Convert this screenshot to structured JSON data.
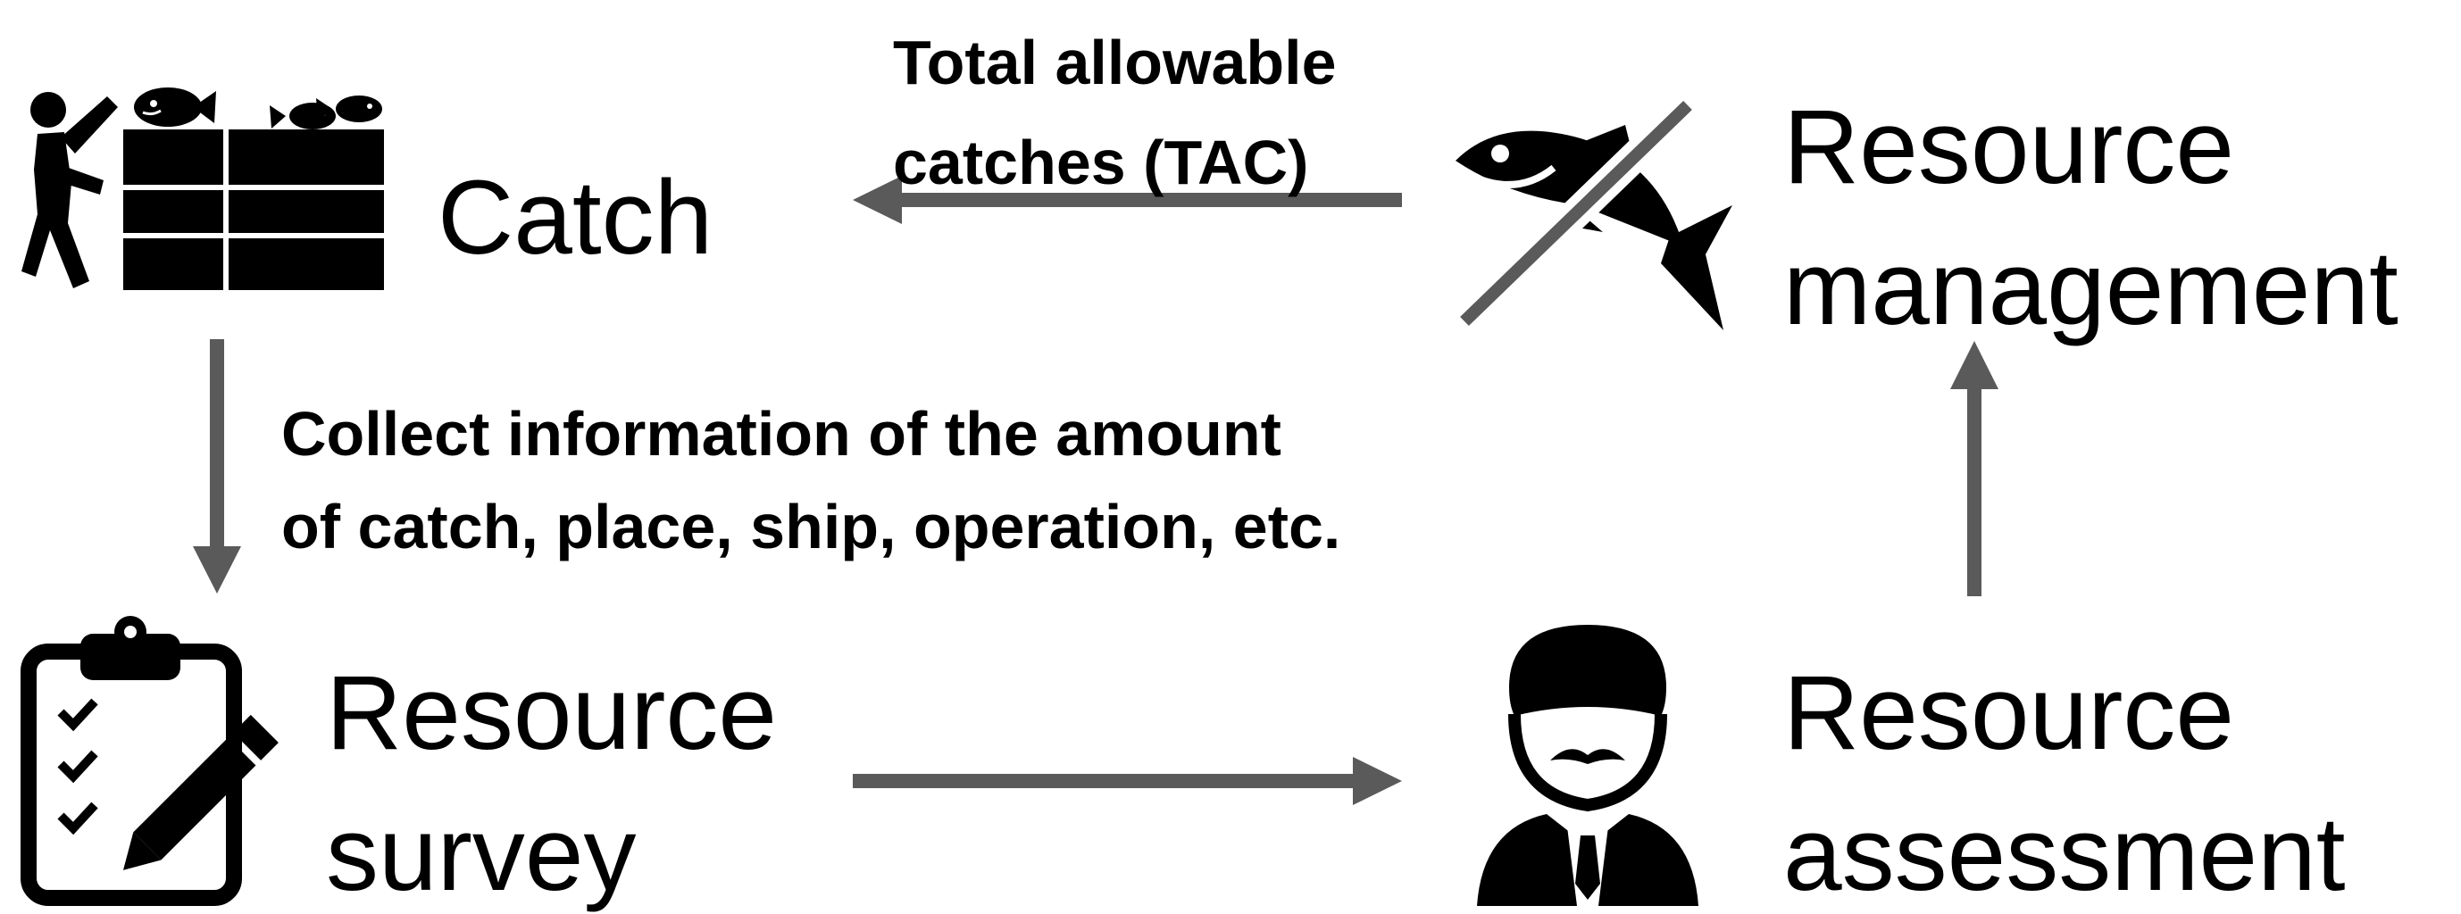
{
  "nodes": {
    "catch": {
      "label_lines": [
        "Catch"
      ],
      "icon": "fisherman-crates-icon"
    },
    "resource_survey": {
      "label_lines": [
        "Resource",
        "survey"
      ],
      "icon": "clipboard-checklist-pencil-icon"
    },
    "resource_management": {
      "label_lines": [
        "Resource",
        "management"
      ],
      "icon": "no-fishing-icon"
    },
    "resource_assessment": {
      "label_lines": [
        "Resource",
        "assessment"
      ],
      "icon": "businessman-icon"
    }
  },
  "edges": {
    "management_to_catch": {
      "label_lines": [
        "Total allowable",
        "catches (TAC)"
      ]
    },
    "catch_to_survey": {
      "label_lines": [
        "Collect information of the amount",
        "of catch, place, ship, operation, etc."
      ]
    },
    "survey_to_assessment": {
      "label_lines": []
    },
    "assessment_to_management": {
      "label_lines": []
    }
  },
  "colors": {
    "arrow": "#5a5a5a",
    "icon": "#000000",
    "text": "#000000",
    "background": "#ffffff"
  }
}
